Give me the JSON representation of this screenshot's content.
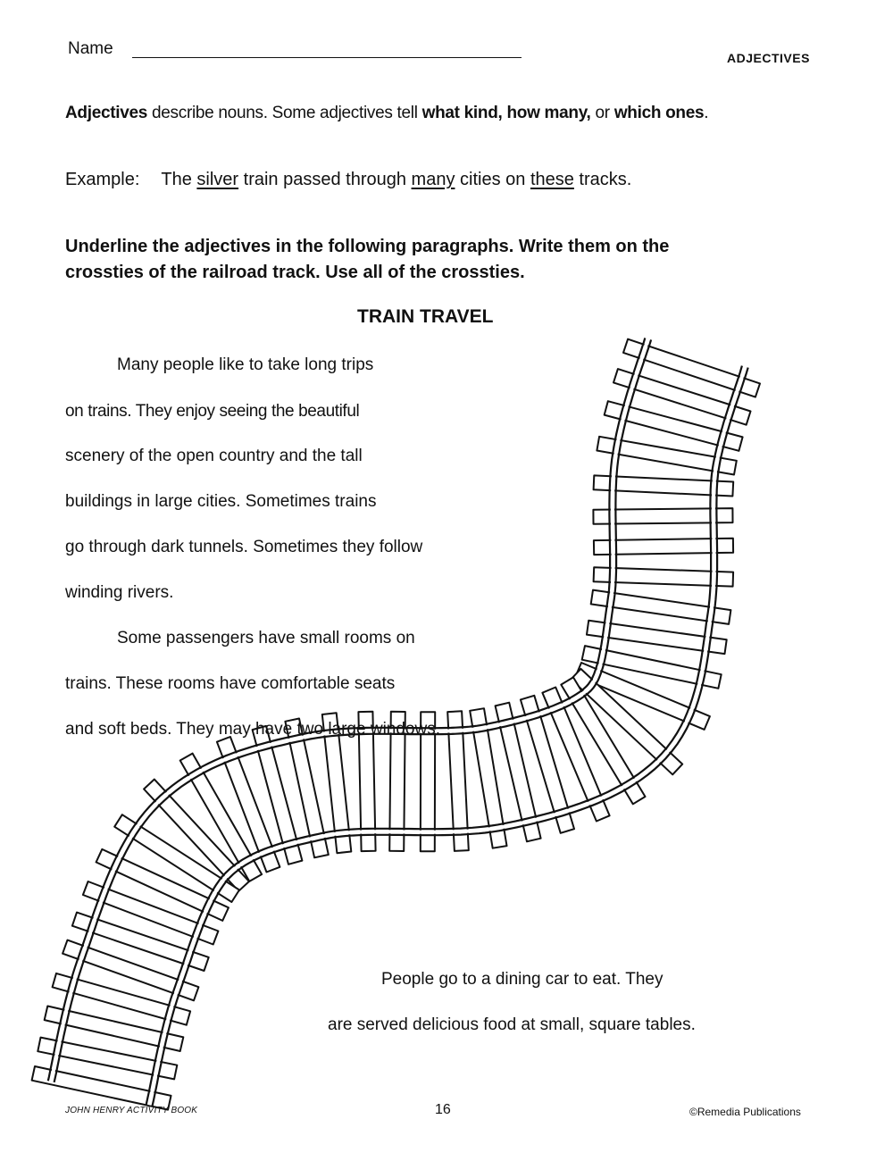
{
  "header": {
    "name_label": "Name",
    "topic": "ADJECTIVES"
  },
  "intro": {
    "p1": "Adjectives",
    "p2": " describe nouns.  Some adjectives tell ",
    "p3": "what kind, how many,",
    "p4": " or ",
    "p5": "which ones",
    "p6": "."
  },
  "example": {
    "label": "Example:",
    "s1": "The ",
    "w1": "silver",
    "s2": " train passed through ",
    "w2": "many",
    "s3": " cities on ",
    "w3": "these",
    "s4": " tracks."
  },
  "instructions": [
    "Underline the adjectives in the following paragraphs.  Write them on the",
    "crossties of the railroad track.   Use all of the crossties."
  ],
  "title": "TRAIN TRAVEL",
  "story_lines": [
    "Many people like to take long trips",
    "on trains. They enjoy seeing the beautiful",
    "scenery of the open country and the tall",
    "buildings in large cities.  Sometimes trains",
    "go through dark tunnels.  Sometimes they follow",
    "winding rivers.",
    "Some passengers have small rooms on",
    "trains.  These rooms have comfortable seats",
    "and soft beds.  They may have two large windows."
  ],
  "story_end_lines": [
    "People go to a dining car to eat.  They",
    "are served delicious food at small, square tables."
  ],
  "footer": {
    "book": "JOHN HENRY ACTIVITY BOOK",
    "page": "16",
    "copyright": "©Remedia Publications"
  }
}
